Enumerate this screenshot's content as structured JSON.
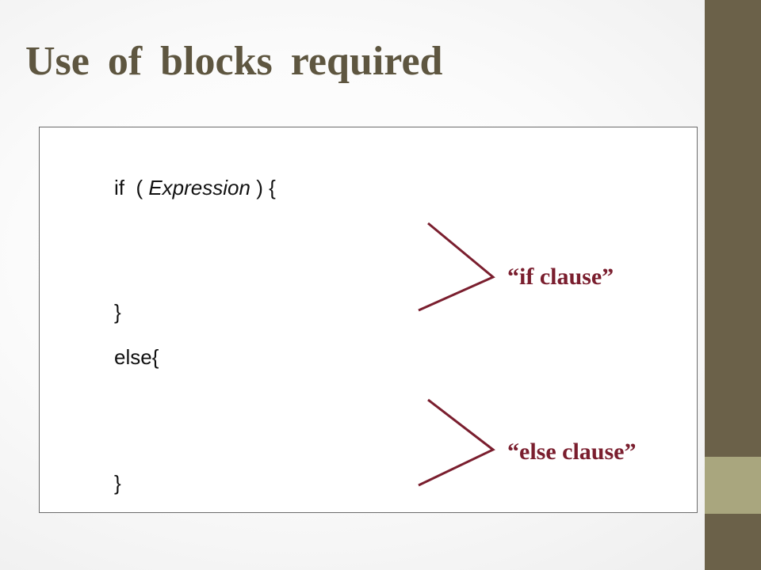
{
  "slide": {
    "title": "Use of  blocks  required",
    "colors": {
      "title": "#5e5640",
      "sidebar_top": "#6b6149",
      "sidebar_mid": "#a9a67e",
      "sidebar_bottom": "#6b6149",
      "accent": "#7a1e2e"
    }
  },
  "code": {
    "if_keyword": "if  ( ",
    "if_expression": "Expression",
    "if_tail": " ) {",
    "if_close": "}",
    "else_open": "else{",
    "else_close": "}"
  },
  "annotations": {
    "if_clause": "“if clause”",
    "else_clause": "“else clause”"
  }
}
